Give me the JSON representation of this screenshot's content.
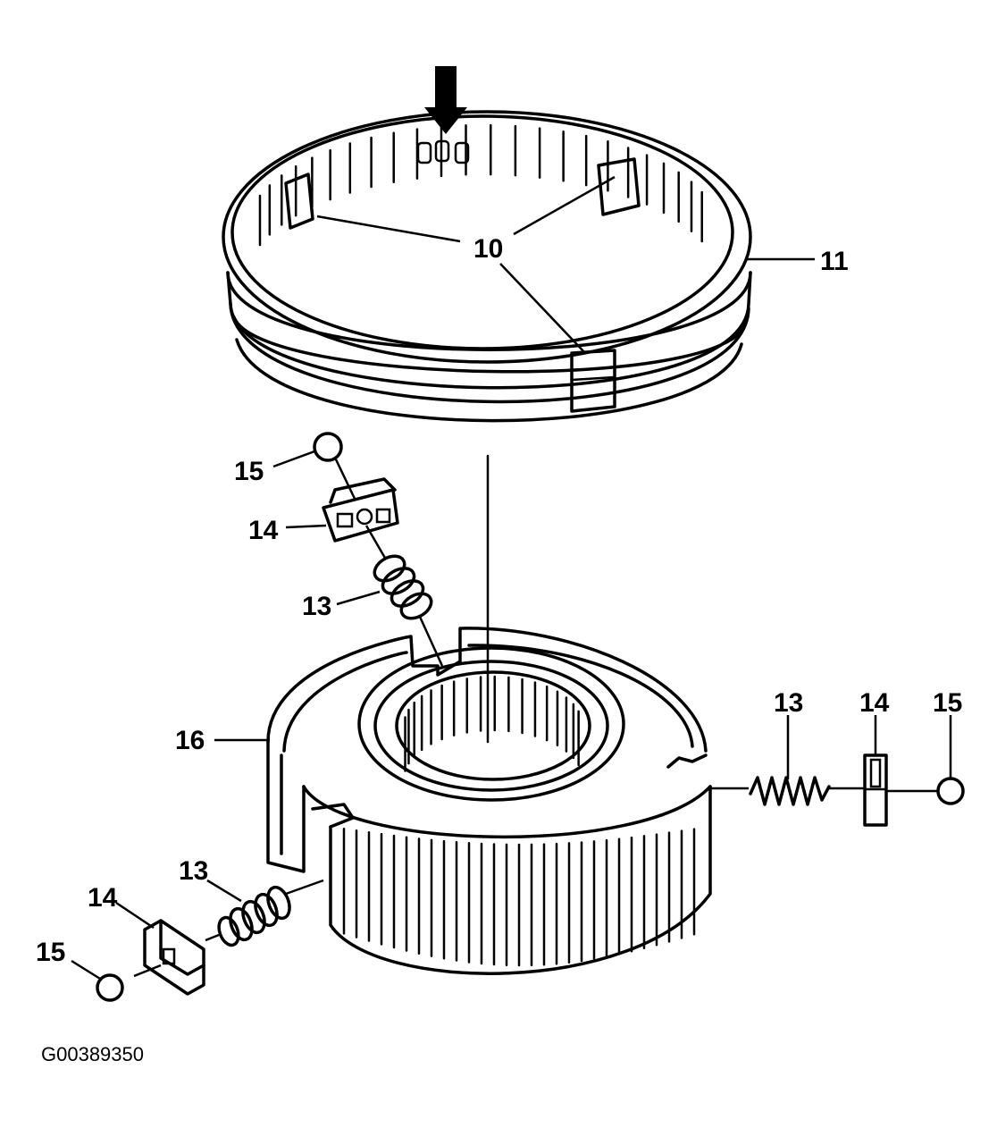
{
  "labels": {
    "ring_pads": "10",
    "sleeve": "11",
    "spring": "13",
    "key": "14",
    "ball": "15",
    "hub": "16"
  },
  "figure_code": "G00389350"
}
